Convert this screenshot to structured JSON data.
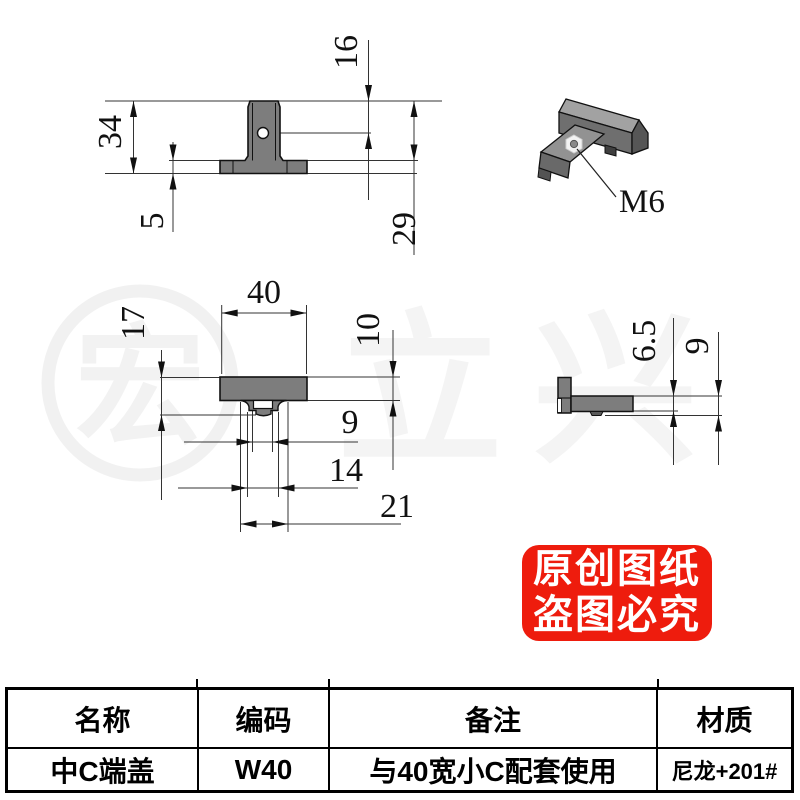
{
  "drawing": {
    "dims": {
      "front_hole_16": "16",
      "front_total_34": "34",
      "front_base_5": "5",
      "front_stem_29": "29",
      "plan_width_40": "40",
      "plan_height_17": "17",
      "plan_bar_10": "10",
      "plan_slot_9": "9",
      "plan_tab_14": "14",
      "plan_span_21": "21",
      "side_depth_6_5": "6.5",
      "side_depth_9": "9",
      "iso_thread": "M6"
    }
  },
  "watermark": {
    "char1": "宏",
    "char2": "立",
    "char3": "兴"
  },
  "stamp": {
    "line1": "原创图纸",
    "line2": "盗图必究",
    "color": "#ee1c0d"
  },
  "info_table": {
    "headers": [
      "名称",
      "编码",
      "备注",
      "材质"
    ],
    "row": [
      "中C端盖",
      "W40",
      "与40宽小C配套使用",
      "尼龙+201#"
    ]
  },
  "colors": {
    "part_fill": "#7d7d7d",
    "line": "#1c1c1c"
  }
}
